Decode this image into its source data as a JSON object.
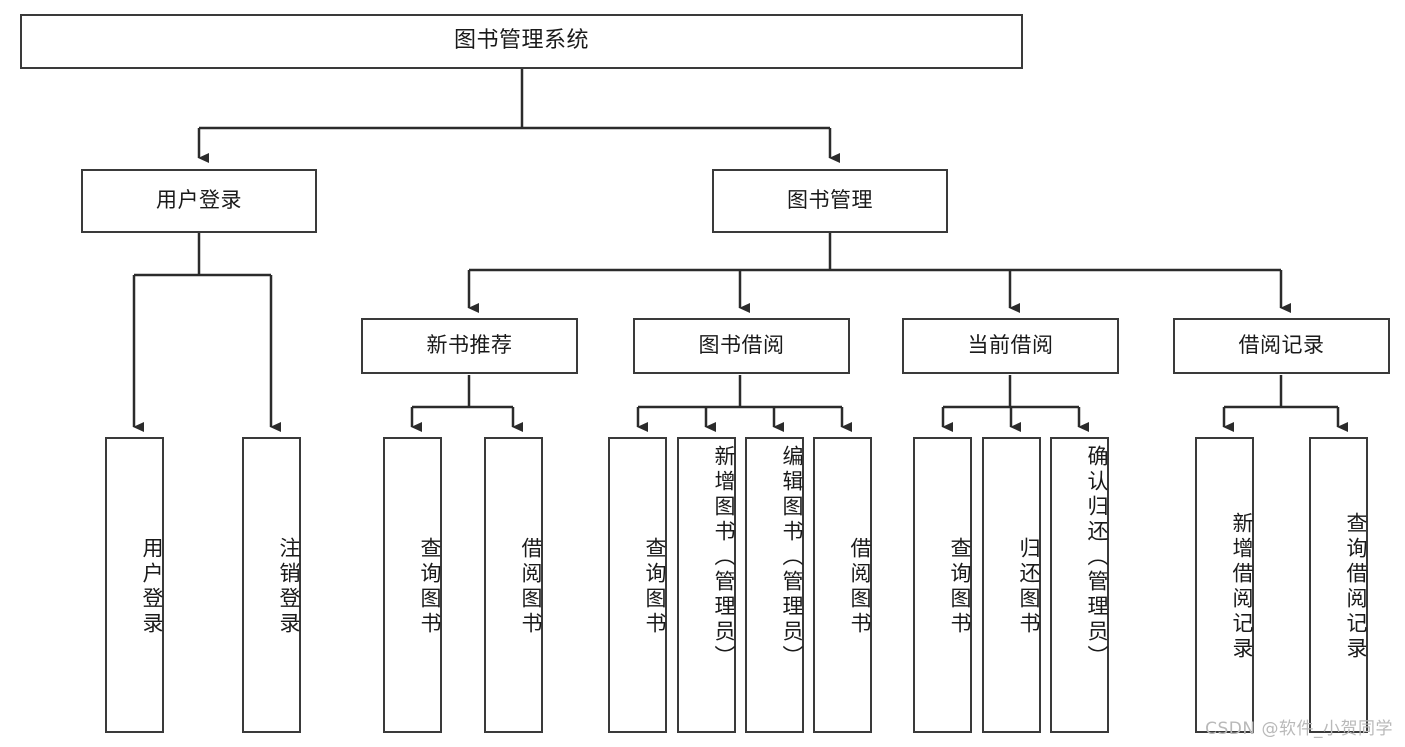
{
  "diagram": {
    "title": "图书管理系统",
    "root": {
      "label": "图书管理系统"
    },
    "level2": [
      {
        "label": "用户登录"
      },
      {
        "label": "图书管理"
      }
    ],
    "level3": [
      {
        "label": "新书推荐"
      },
      {
        "label": "图书借阅"
      },
      {
        "label": "当前借阅"
      },
      {
        "label": "借阅记录"
      }
    ],
    "leaves": {
      "user_login": [
        {
          "label": "用户登录"
        },
        {
          "label": "注销登录"
        }
      ],
      "new_book_recommend": [
        {
          "label": "查询图书"
        },
        {
          "label": "借阅图书"
        }
      ],
      "book_borrow": [
        {
          "label": "查询图书"
        },
        {
          "label": "新增图书（管理员）"
        },
        {
          "label": "编辑图书（管理员）"
        },
        {
          "label": "借阅图书"
        }
      ],
      "current_borrow": [
        {
          "label": "查询图书"
        },
        {
          "label": "归还图书"
        },
        {
          "label": "确认归还（管理员）"
        }
      ],
      "borrow_records": [
        {
          "label": "新增借阅记录"
        },
        {
          "label": "查询借阅记录"
        }
      ]
    },
    "watermark": "CSDN @软件_小贺同学",
    "colors": {
      "stroke": "#3a3a3a",
      "text": "#1a1a1a",
      "background": "#ffffff",
      "watermark": "#b9b9b9"
    }
  }
}
